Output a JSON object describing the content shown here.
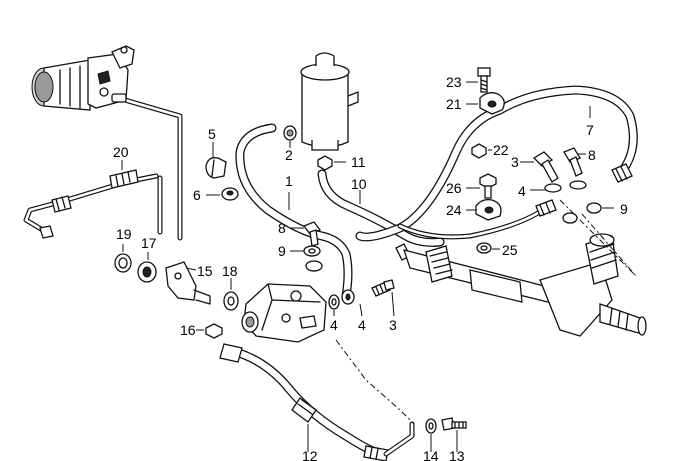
{
  "callouts": [
    {
      "id": "c1",
      "text": "1"
    },
    {
      "id": "c2",
      "text": "2"
    },
    {
      "id": "c3a",
      "text": "3"
    },
    {
      "id": "c3b",
      "text": "3"
    },
    {
      "id": "c4a",
      "text": "4"
    },
    {
      "id": "c4b",
      "text": "4"
    },
    {
      "id": "c4c",
      "text": "4"
    },
    {
      "id": "c5",
      "text": "5"
    },
    {
      "id": "c6",
      "text": "6"
    },
    {
      "id": "c7",
      "text": "7"
    },
    {
      "id": "c8a",
      "text": "8"
    },
    {
      "id": "c8b",
      "text": "8"
    },
    {
      "id": "c9a",
      "text": "9"
    },
    {
      "id": "c9b",
      "text": "9"
    },
    {
      "id": "c10",
      "text": "10"
    },
    {
      "id": "c11",
      "text": "11"
    },
    {
      "id": "c12",
      "text": "12"
    },
    {
      "id": "c13",
      "text": "13"
    },
    {
      "id": "c14",
      "text": "14"
    },
    {
      "id": "c15",
      "text": "15"
    },
    {
      "id": "c16",
      "text": "16"
    },
    {
      "id": "c17",
      "text": "17"
    },
    {
      "id": "c18",
      "text": "18"
    },
    {
      "id": "c19",
      "text": "19"
    },
    {
      "id": "c20",
      "text": "20"
    },
    {
      "id": "c21",
      "text": "21"
    },
    {
      "id": "c22",
      "text": "22"
    },
    {
      "id": "c23",
      "text": "23"
    },
    {
      "id": "c24",
      "text": "24"
    },
    {
      "id": "c25",
      "text": "25"
    },
    {
      "id": "c26",
      "text": "26"
    }
  ]
}
